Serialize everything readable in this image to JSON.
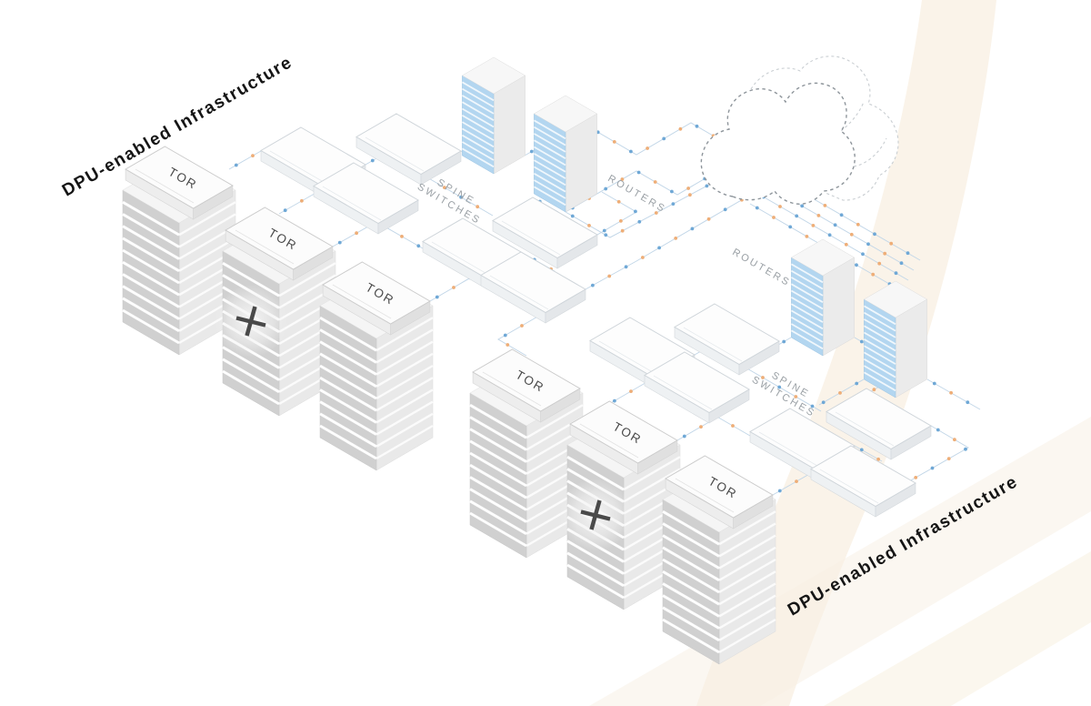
{
  "diagram": {
    "title_left": "DPU-enabled Infrastructure",
    "title_right": "DPU-enabled Infrastructure",
    "rack_label": "TOR",
    "spine_label_line1": "SPINE",
    "spine_label_line2": "SWITCHES",
    "routers_label": "ROUTERS"
  },
  "icons": {
    "plus": "plus-icon",
    "cloud": "cloud-icon"
  },
  "colors": {
    "line": "#c3d7e8",
    "dot_blue": "#6fa8d6",
    "dot_orange": "#eeae78",
    "rack_face_left": "#d0d0d0",
    "rack_face_right": "#e9e9e9",
    "router_face_blue": "#b3d6f0",
    "swoosh_cream": "#faf3e9",
    "label_gray": "#9aa0a5",
    "title_dark": "#151515"
  }
}
